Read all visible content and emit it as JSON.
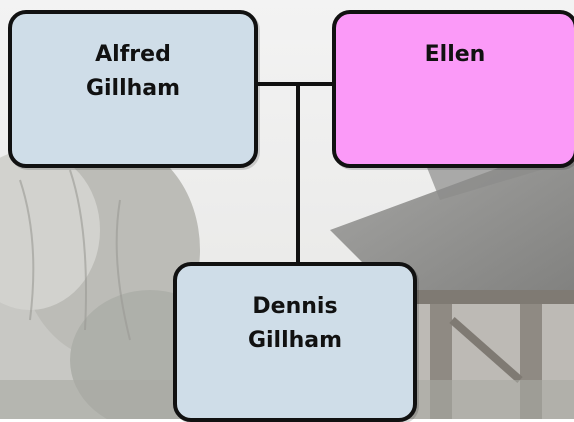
{
  "people": {
    "alfred": {
      "first": "Alfred",
      "last": "Gillham"
    },
    "ellen": {
      "first": "Ellen",
      "last": ""
    },
    "dennis": {
      "first": "Dennis",
      "last": "Gillham"
    }
  },
  "colors": {
    "male_box": "#cfdde8",
    "female_box": "#fb9af8",
    "border": "#111111",
    "line": "#111111"
  }
}
